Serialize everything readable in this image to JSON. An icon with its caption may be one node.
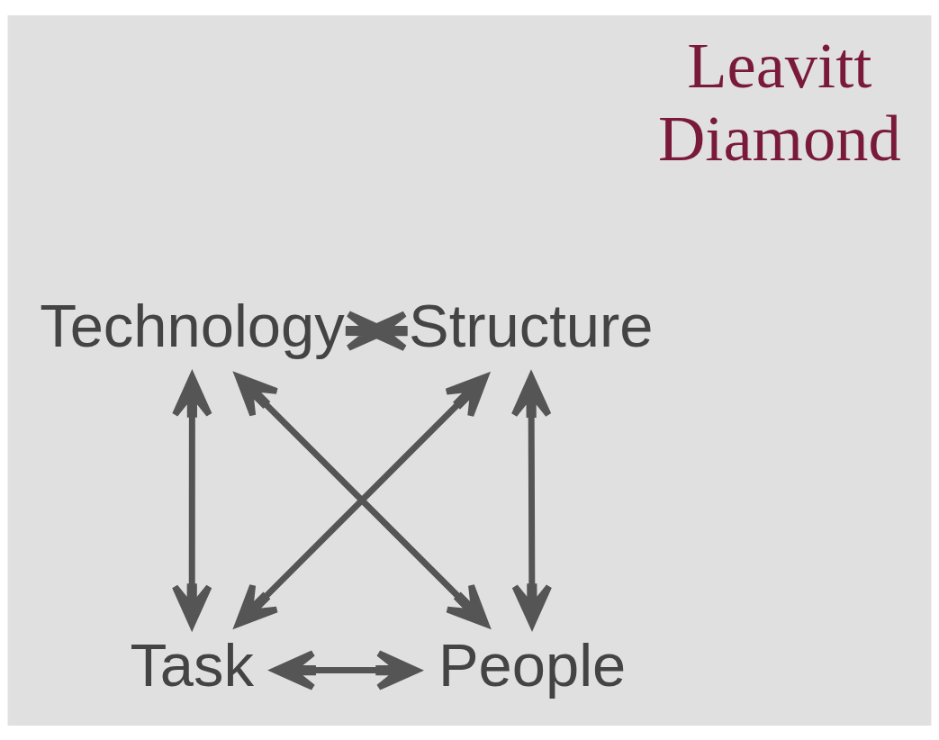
{
  "diagram": {
    "nodes": [
      {
        "text": [
          "Structure"
        ]
      },
      {
        "text": [
          "Task"
        ]
      },
      {
        "text": [
          "Technology"
        ]
      },
      {
        "text": [
          "People"
        ]
      }
    ],
    "edges": [
      {
        "from": 0,
        "to": 1,
        "arrow": "both"
      },
      {
        "from": 0,
        "to": 3,
        "arrow": "both"
      },
      {
        "from": 0,
        "to": 2,
        "arrow": "both"
      },
      {
        "from": 1,
        "to": 2,
        "arrow": "both"
      },
      {
        "from": 1,
        "to": 3,
        "arrow": "both"
      },
      {
        "from": 2,
        "to": 3,
        "arrow": "both"
      }
    ],
    "labels": [
      "Leavitt Diamond"
    ]
  }
}
